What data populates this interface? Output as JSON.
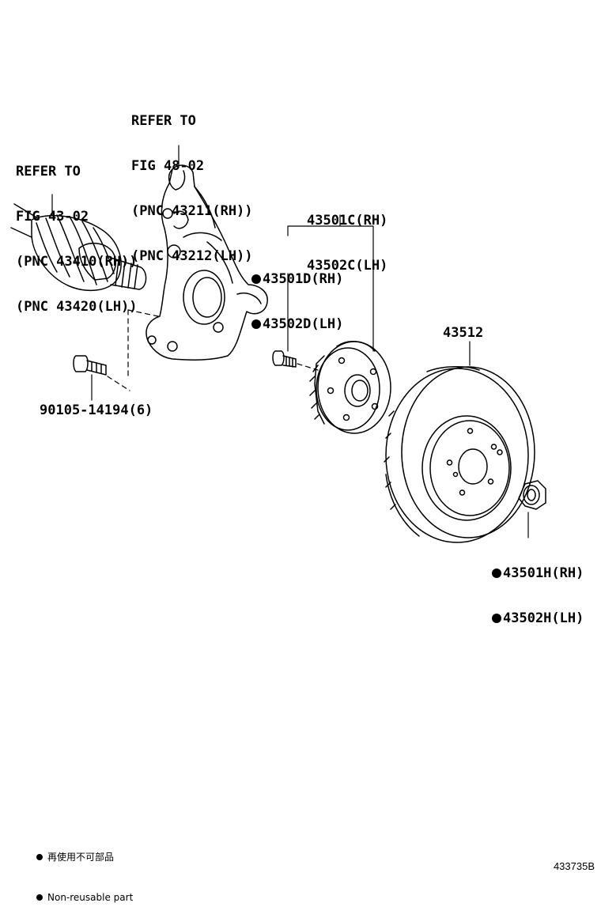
{
  "callouts": {
    "drive_shaft": [
      "REFER TO",
      "FIG 43-02",
      "(PNC 43410(RH))",
      "(PNC 43420(LH))"
    ],
    "knuckle": [
      "REFER TO",
      "FIG 48-02",
      "(PNC 43211(RH))",
      "(PNC 43212(LH))"
    ],
    "hub_assy": [
      "43501C(RH)",
      "43502C(LH)"
    ],
    "hub_bolt": [
      "43501D(RH)",
      "43502D(LH)"
    ],
    "disc": "43512",
    "nut": [
      "43501H(RH)",
      "43502H(LH)"
    ],
    "knuckle_bolt": "90105-14194(6)"
  },
  "legend": {
    "jp": "再使用不可部品",
    "en": "Non-reusable part"
  },
  "figure_code": "433735B"
}
